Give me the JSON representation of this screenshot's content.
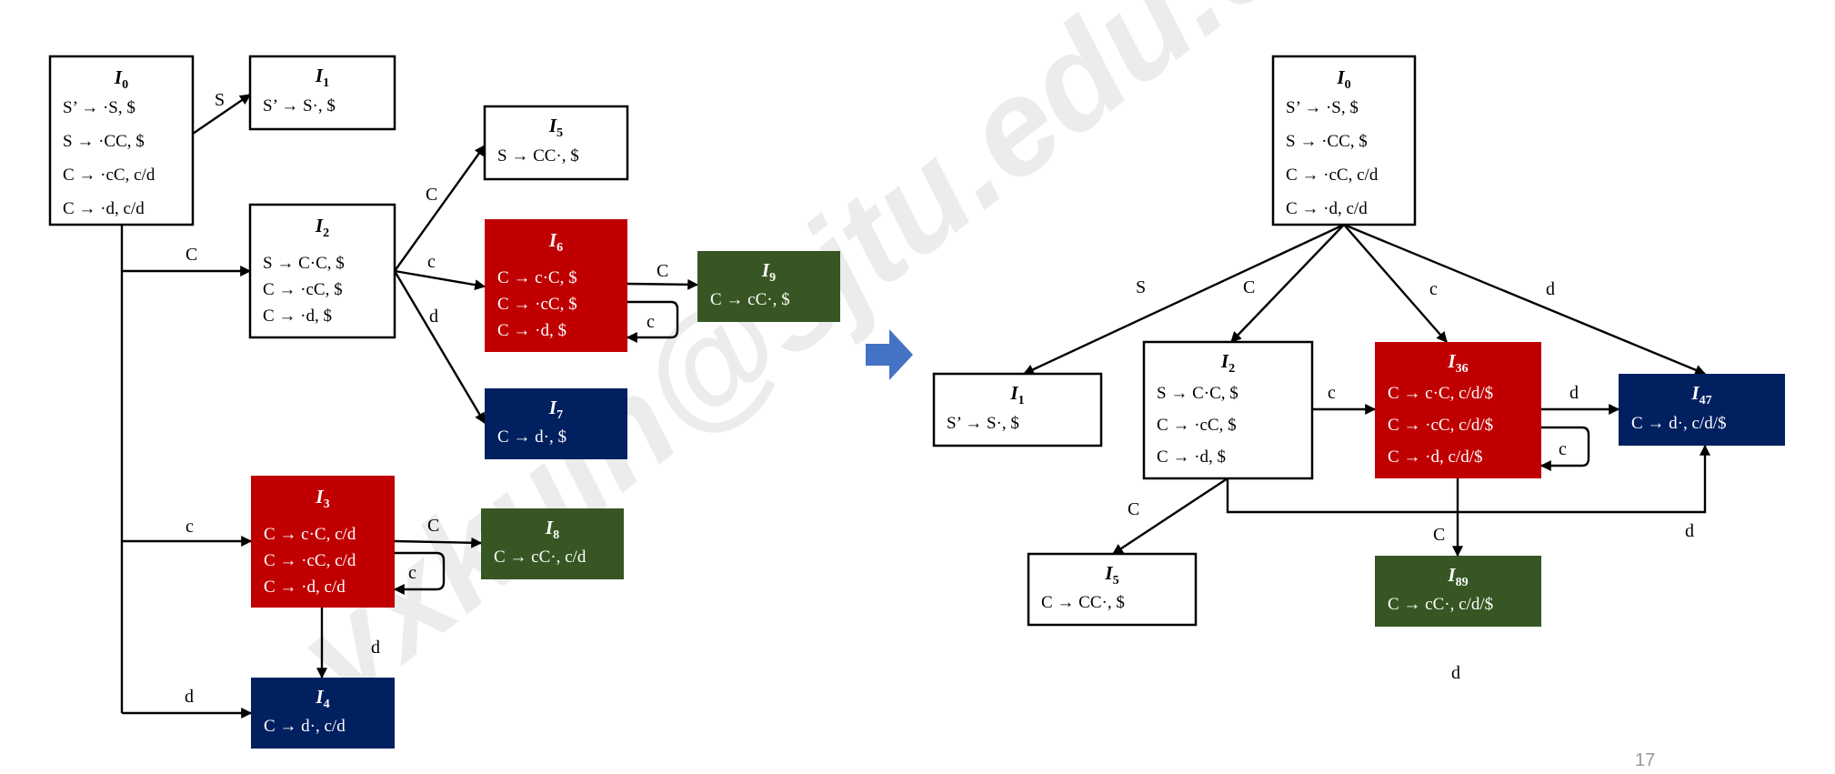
{
  "colors": {
    "white": "#FFFFFF",
    "red": "#C00000",
    "green": "#375623",
    "navy": "#002060",
    "arrow": "#4472C4"
  },
  "watermark": "yxkuih@sjtu.edu.cn",
  "left": {
    "states": [
      {
        "name": "I",
        "sub": "0",
        "color": "white",
        "items": [
          "S’ → ·S, $",
          "S → ·CC, $",
          "C → ·cC, c/d",
          "C → ·d, c/d"
        ]
      },
      {
        "name": "I",
        "sub": "1",
        "color": "white",
        "items": [
          "S’ → S·, $"
        ]
      },
      {
        "name": "I",
        "sub": "5",
        "color": "white",
        "items": [
          "S → CC·, $"
        ]
      },
      {
        "name": "I",
        "sub": "2",
        "color": "white",
        "items": [
          "S → C·C, $",
          "C → ·cC, $",
          "C → ·d, $"
        ]
      },
      {
        "name": "I",
        "sub": "6",
        "color": "red",
        "items": [
          "C → c·C, $",
          "C → ·cC, $",
          "C → ·d, $"
        ]
      },
      {
        "name": "I",
        "sub": "9",
        "color": "green",
        "items": [
          "C → cC·, $"
        ]
      },
      {
        "name": "I",
        "sub": "7",
        "color": "navy",
        "items": [
          "C → d·, $"
        ]
      },
      {
        "name": "I",
        "sub": "3",
        "color": "red",
        "items": [
          "C → c·C, c/d",
          "C → ·cC, c/d",
          "C → ·d, c/d"
        ]
      },
      {
        "name": "I",
        "sub": "8",
        "color": "green",
        "items": [
          "C → cC·, c/d"
        ]
      },
      {
        "name": "I",
        "sub": "4",
        "color": "navy",
        "items": [
          "C → d·, c/d"
        ]
      }
    ],
    "edges": [
      {
        "from": "I0",
        "to": "I1",
        "label": "S"
      },
      {
        "from": "I0",
        "to": "I2",
        "label": "C"
      },
      {
        "from": "I0",
        "to": "I3",
        "label": "c"
      },
      {
        "from": "I0",
        "to": "I4",
        "label": "d"
      },
      {
        "from": "I2",
        "to": "I5",
        "label": "C"
      },
      {
        "from": "I2",
        "to": "I6",
        "label": "c"
      },
      {
        "from": "I2",
        "to": "I7",
        "label": "d"
      },
      {
        "from": "I6",
        "to": "I9",
        "label": "C"
      },
      {
        "from": "I6",
        "to": "I6",
        "label": "c"
      },
      {
        "from": "I3",
        "to": "I8",
        "label": "C"
      },
      {
        "from": "I3",
        "to": "I3",
        "label": "c"
      },
      {
        "from": "I3",
        "to": "I4",
        "label": "d"
      }
    ]
  },
  "right": {
    "states": [
      {
        "name": "I",
        "sub": "0",
        "color": "white",
        "items": [
          "S’ → ·S, $",
          "S → ·CC, $",
          "C → ·cC, c/d",
          "C → ·d, c/d"
        ]
      },
      {
        "name": "I",
        "sub": "1",
        "color": "white",
        "items": [
          "S’ → S·, $"
        ]
      },
      {
        "name": "I",
        "sub": "2",
        "color": "white",
        "items": [
          "S → C·C, $",
          "C → ·cC, $",
          "C → ·d, $"
        ]
      },
      {
        "name": "I",
        "sub": "36",
        "color": "red",
        "items": [
          "C → c·C, c/d/$",
          "C → ·cC, c/d/$",
          "C → ·d, c/d/$"
        ]
      },
      {
        "name": "I",
        "sub": "47",
        "color": "navy",
        "items": [
          "C → d·, c/d/$"
        ]
      },
      {
        "name": "I",
        "sub": "5",
        "color": "white",
        "items": [
          "C → CC·, $"
        ]
      },
      {
        "name": "I",
        "sub": "89",
        "color": "green",
        "items": [
          "C → cC·, c/d/$"
        ]
      }
    ],
    "edges": [
      {
        "from": "I0",
        "to": "I1",
        "label": "S"
      },
      {
        "from": "I0",
        "to": "I2",
        "label": "C"
      },
      {
        "from": "I0",
        "to": "I36",
        "label": "c"
      },
      {
        "from": "I0",
        "to": "I47",
        "label": "d"
      },
      {
        "from": "I2",
        "to": "I36",
        "label": "c"
      },
      {
        "from": "I36",
        "to": "I47",
        "label": "d"
      },
      {
        "from": "I36",
        "to": "I36",
        "label": "c"
      },
      {
        "from": "I2",
        "to": "I5",
        "label": "C"
      },
      {
        "from": "I2",
        "to": "I47",
        "label": "d"
      },
      {
        "from": "I36",
        "to": "I89",
        "label": "C"
      }
    ],
    "stray_label": "d"
  },
  "page_number": "17"
}
